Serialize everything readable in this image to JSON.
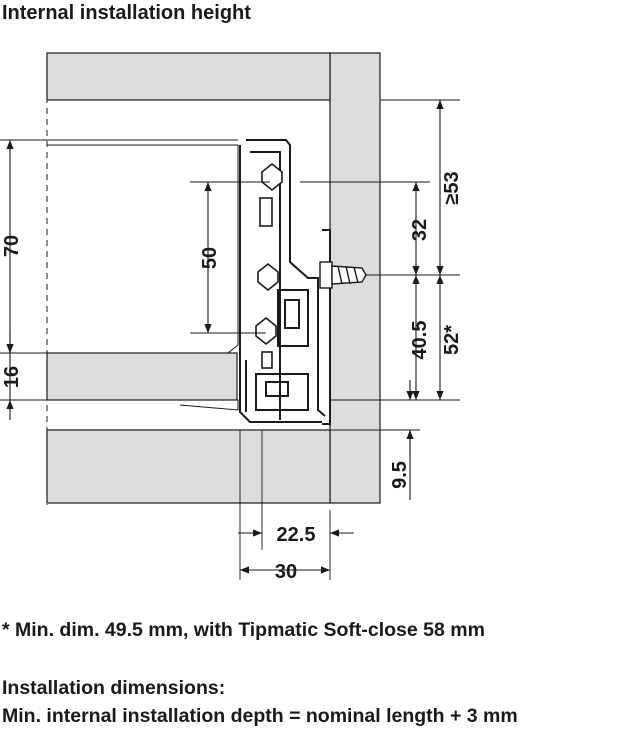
{
  "title": "Internal installation height",
  "dimensions": {
    "d70": "70",
    "d16": "16",
    "d50": "50",
    "d53": "≥53",
    "d32": "32",
    "d40_5": "40.5",
    "d52": "52*",
    "d9_5": "9.5",
    "d22_5": "22.5",
    "d30": "30"
  },
  "footnote": "* Min. dim. 49.5 mm, with Tipmatic Soft-close 58 mm",
  "installation": {
    "heading": "Installation dimensions:",
    "depth": "Min. internal installation depth = nominal length + 3 mm"
  },
  "colors": {
    "panel": "#dcdcdc",
    "line": "#1a1a1a"
  }
}
